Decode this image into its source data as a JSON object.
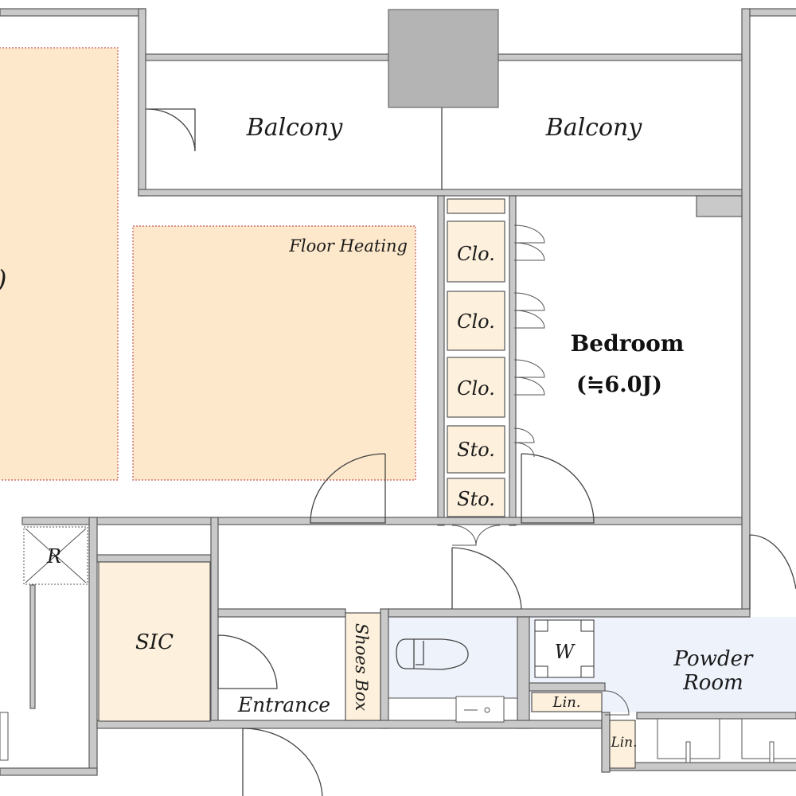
{
  "rooms": {
    "balcony_left": "Balcony",
    "balcony_right": "Balcony",
    "floor_heating": "Floor Heating",
    "ldk_partial": ")",
    "bedroom": "Bedroom",
    "bedroom_size": "(≒6.0J)",
    "closets": [
      "Clo.",
      "Clo.",
      "Clo."
    ],
    "storage": [
      "Sto.",
      "Sto."
    ],
    "refrigerator": "R",
    "sic": "SIC",
    "entrance": "Entrance",
    "shoes_box": "Shoes Box",
    "washer": "W",
    "powder_room_line1": "Powder",
    "powder_room_line2": "Room",
    "linen": [
      "Lin.",
      "Lin."
    ]
  },
  "colors": {
    "heated_floor": "#fde8cb",
    "storage": "#fdf0dc",
    "wet_area": "#eef2fb",
    "wall": "#c9c9c9"
  }
}
